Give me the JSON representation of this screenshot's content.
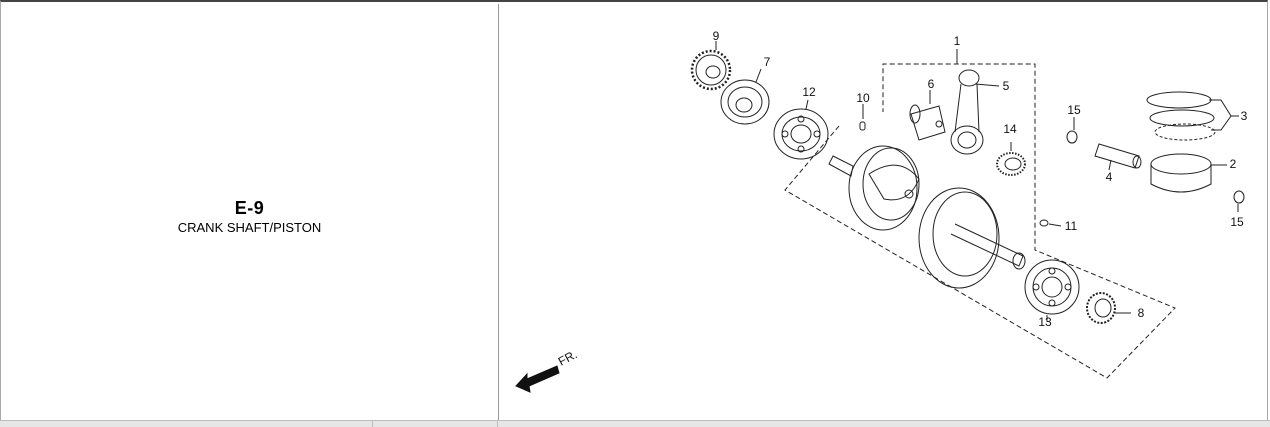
{
  "section": {
    "code": "E-9",
    "title": "CRANK SHAFT/PISTON"
  },
  "diagram": {
    "callouts": [
      "1",
      "2",
      "3",
      "4",
      "5",
      "6",
      "7",
      "8",
      "9",
      "10",
      "11",
      "12",
      "13",
      "14",
      "15",
      "15"
    ],
    "direction_label": "FR."
  },
  "colors": {
    "line": "#222222",
    "border": "#9a9a9a",
    "footer": "#e6e6e6"
  }
}
